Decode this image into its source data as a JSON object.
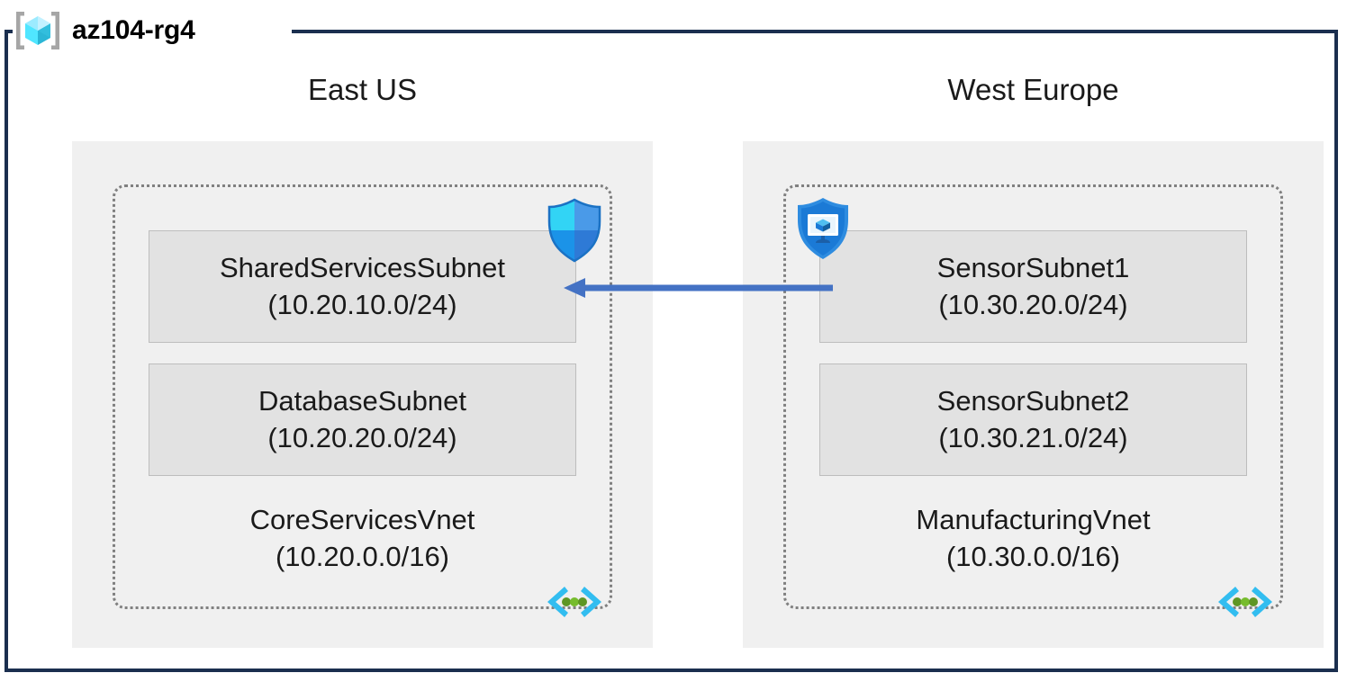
{
  "resource_group": {
    "title": "az104-rg4",
    "icon": "resource-group-cube-icon",
    "frame_color": "#1b2f4f"
  },
  "regions": [
    {
      "label": "East US",
      "vnet": {
        "name": "CoreServicesVnet",
        "cidr": "(10.20.0.0/16)",
        "icon": "virtual-network-icon",
        "subnets": [
          {
            "name": "SharedServicesSubnet",
            "cidr": "(10.20.10.0/24)",
            "badge": "network-security-group-shield-icon"
          },
          {
            "name": "DatabaseSubnet",
            "cidr": "(10.20.20.0/24)",
            "badge": null
          }
        ]
      }
    },
    {
      "label": "West Europe",
      "vnet": {
        "name": "ManufacturingVnet",
        "cidr": "(10.30.0.0/16)",
        "icon": "virtual-network-icon",
        "subnets": [
          {
            "name": "SensorSubnet1",
            "cidr": "(10.30.20.0/24)",
            "badge": "application-security-group-shield-icon"
          },
          {
            "name": "SensorSubnet2",
            "cidr": "(10.30.21.0/24)",
            "badge": null
          }
        ]
      }
    }
  ],
  "connection": {
    "name": "vnet-peering-arrow",
    "direction": "right-to-left",
    "color": "#4472c4",
    "label": ""
  },
  "colors": {
    "frame": "#1b2f4f",
    "region_bg": "#f0f0f0",
    "subnet_bg": "#e2e2e2",
    "subnet_border": "#bdbdbd",
    "vnet_border": "#808080",
    "arrow": "#4472c4",
    "icon_cyan": "#50e6ff",
    "icon_blue": "#0078d4",
    "icon_green": "#5e9624"
  }
}
